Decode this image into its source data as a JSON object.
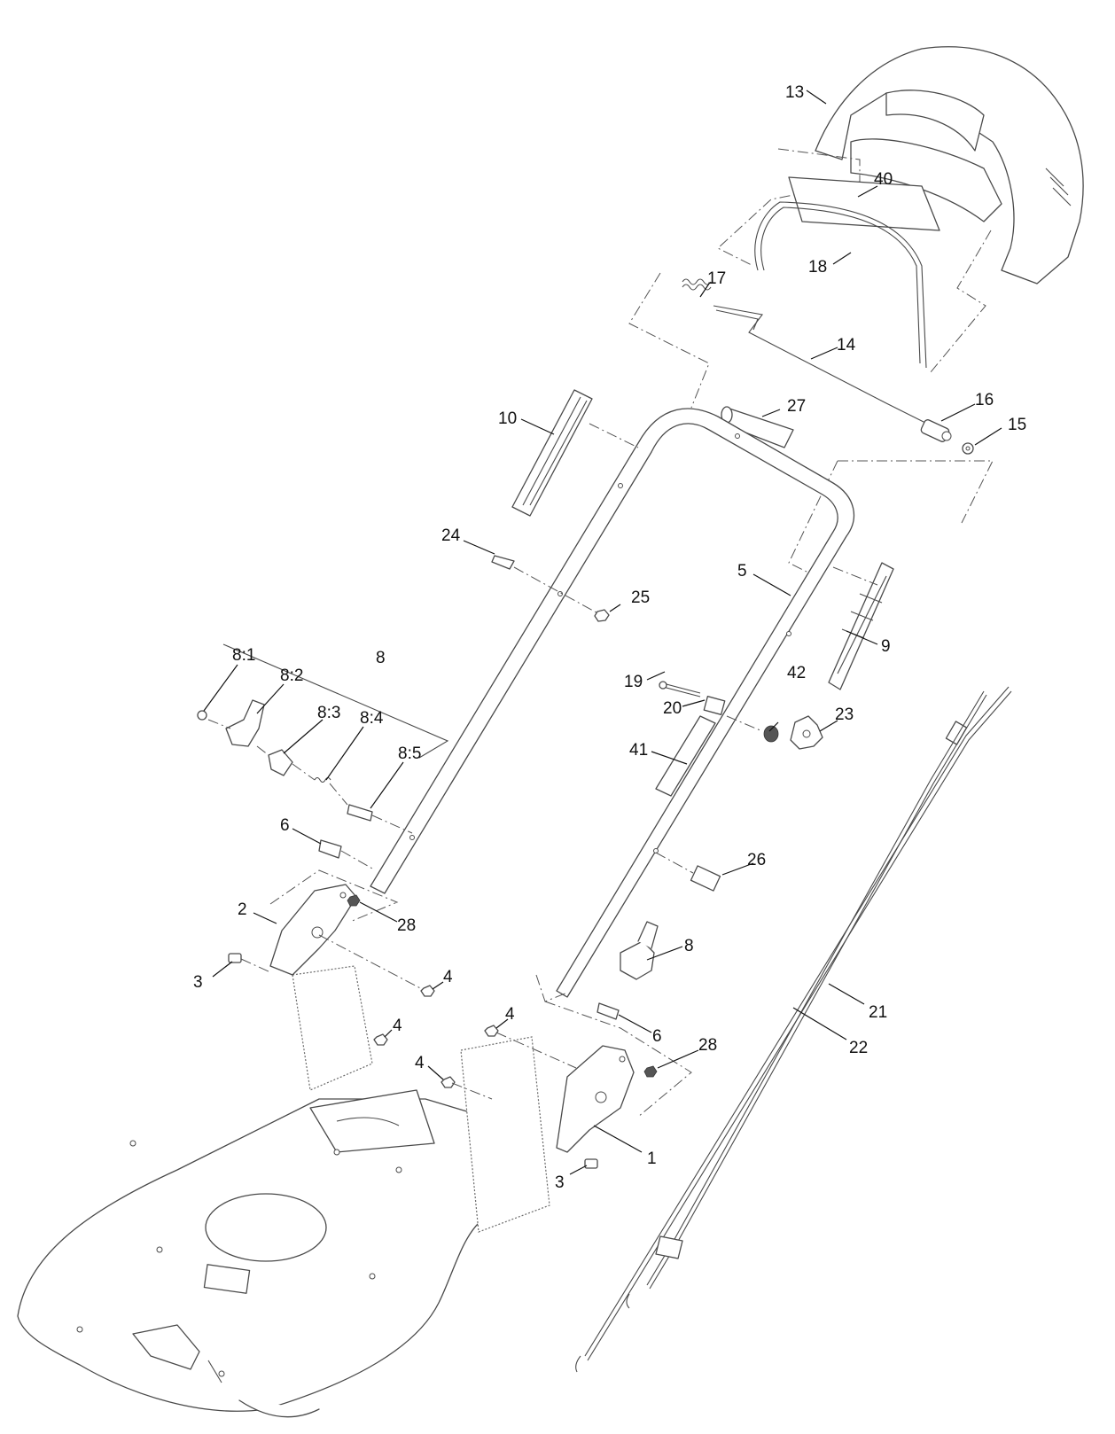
{
  "callouts": [
    {
      "id": "1",
      "text": "1"
    },
    {
      "id": "2",
      "text": "2"
    },
    {
      "id": "3a",
      "text": "3"
    },
    {
      "id": "3b",
      "text": "3"
    },
    {
      "id": "4a",
      "text": "4"
    },
    {
      "id": "4b",
      "text": "4"
    },
    {
      "id": "4c",
      "text": "4"
    },
    {
      "id": "4d",
      "text": "4"
    },
    {
      "id": "5",
      "text": "5"
    },
    {
      "id": "6a",
      "text": "6"
    },
    {
      "id": "6b",
      "text": "6"
    },
    {
      "id": "8a",
      "text": "8"
    },
    {
      "id": "8b",
      "text": "8"
    },
    {
      "id": "8_1",
      "text": "8:1"
    },
    {
      "id": "8_2",
      "text": "8:2"
    },
    {
      "id": "8_3",
      "text": "8:3"
    },
    {
      "id": "8_4",
      "text": "8:4"
    },
    {
      "id": "8_5",
      "text": "8:5"
    },
    {
      "id": "9",
      "text": "9"
    },
    {
      "id": "10",
      "text": "10"
    },
    {
      "id": "13",
      "text": "13"
    },
    {
      "id": "14",
      "text": "14"
    },
    {
      "id": "15",
      "text": "15"
    },
    {
      "id": "16",
      "text": "16"
    },
    {
      "id": "17",
      "text": "17"
    },
    {
      "id": "18",
      "text": "18"
    },
    {
      "id": "19",
      "text": "19"
    },
    {
      "id": "20",
      "text": "20"
    },
    {
      "id": "21",
      "text": "21"
    },
    {
      "id": "22",
      "text": "22"
    },
    {
      "id": "23",
      "text": "23"
    },
    {
      "id": "24",
      "text": "24"
    },
    {
      "id": "25",
      "text": "25"
    },
    {
      "id": "26",
      "text": "26"
    },
    {
      "id": "27",
      "text": "27"
    },
    {
      "id": "28a",
      "text": "28"
    },
    {
      "id": "28b",
      "text": "28"
    },
    {
      "id": "40",
      "text": "40"
    },
    {
      "id": "41",
      "text": "41"
    },
    {
      "id": "42",
      "text": "42"
    }
  ]
}
